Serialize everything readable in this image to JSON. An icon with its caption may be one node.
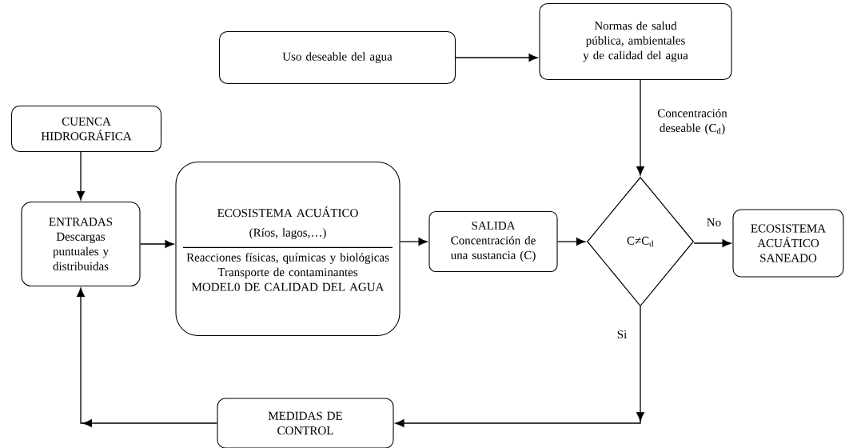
{
  "diagram": {
    "nodes": [
      {
        "text": [
          "Uso deseable del agua"
        ]
      },
      {
        "text": [
          "Normas de salud pública, ambientales y de calidad del agua"
        ]
      },
      {
        "text": [
          "CUENCA HIDROGRÁFICA"
        ]
      },
      {
        "text": [
          "ENTRADAS",
          "Descargas puntuales y distribuidas"
        ]
      },
      {
        "text": [
          "ECOSISTEMA ACUÁTICO",
          "(Ríos, lagos,…)",
          "Reacciones físicas, químicas y biológicas",
          "Transporte de contaminantes",
          "MODEL0 DE CALIDAD DEL AGUA"
        ]
      },
      {
        "text": [
          "SALIDA",
          "Concentración de una sustancia (C)"
        ]
      },
      {
        "text": [
          "C≠C$_{d}$"
        ]
      },
      {
        "text": [
          "ECOSISTEMA ACUÁTICO SANEADO"
        ]
      },
      {
        "text": [
          "MEDIDAS DE CONTROL"
        ]
      }
    ],
    "edges": [
      {
        "from": 0,
        "to": 1,
        "arrow": "to"
      },
      {
        "from": 1,
        "to": 6,
        "arrow": "to",
        "label": "Concentración deseable (C$_{d}$)"
      },
      {
        "from": 2,
        "to": 3,
        "arrow": "to"
      },
      {
        "from": 3,
        "to": 4,
        "arrow": "to"
      },
      {
        "from": 4,
        "to": 5,
        "arrow": "to"
      },
      {
        "from": 5,
        "to": 6,
        "arrow": "to"
      },
      {
        "from": 6,
        "to": 7,
        "arrow": "to",
        "label": "No"
      },
      {
        "from": 6,
        "to": 8,
        "arrow": "to",
        "label": "Si"
      },
      {
        "from": 8,
        "to": 3,
        "arrow": "to"
      }
    ]
  }
}
